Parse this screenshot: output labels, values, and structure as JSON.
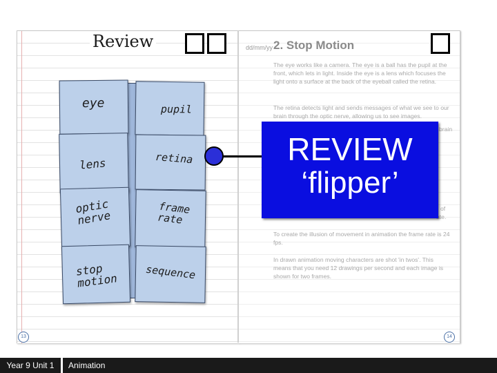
{
  "left_page": {
    "title": "Review",
    "page_number": "13",
    "flipper": [
      {
        "left": "eye",
        "right": "pupil"
      },
      {
        "left": "lens",
        "right": "retina"
      },
      {
        "left": "optic\nnerve",
        "right": "frame\nrate"
      },
      {
        "left": "stop\nmotion",
        "right": "sequence"
      }
    ]
  },
  "right_page": {
    "date": "dd/mm/yy",
    "heading": "2. Stop Motion",
    "page_number": "14",
    "paragraphs": [
      "The eye works like a camera. The eye is a ball has the pupil at the front, which lets in light. Inside the eye is a lens which focuses the light onto a surface at the back of the eyeball called the retina.",
      "The retina detects light and sends messages of what we see to our brain through the optic nerve, allowing us to see images.",
      "of",
      "ate.",
      "To create the illusion of movement in animation the frame rate is 24 fps.",
      "In drawn animation moving characters are shot 'in twos'. This means that you need 12 drawings per second and each image is shown for two frames."
    ],
    "faint_fragment": "brain"
  },
  "overlay": {
    "line1": "REVIEW",
    "line2": "‘flipper’"
  },
  "footer": {
    "unit": "Year 9 Unit 1",
    "topic": "Animation"
  }
}
